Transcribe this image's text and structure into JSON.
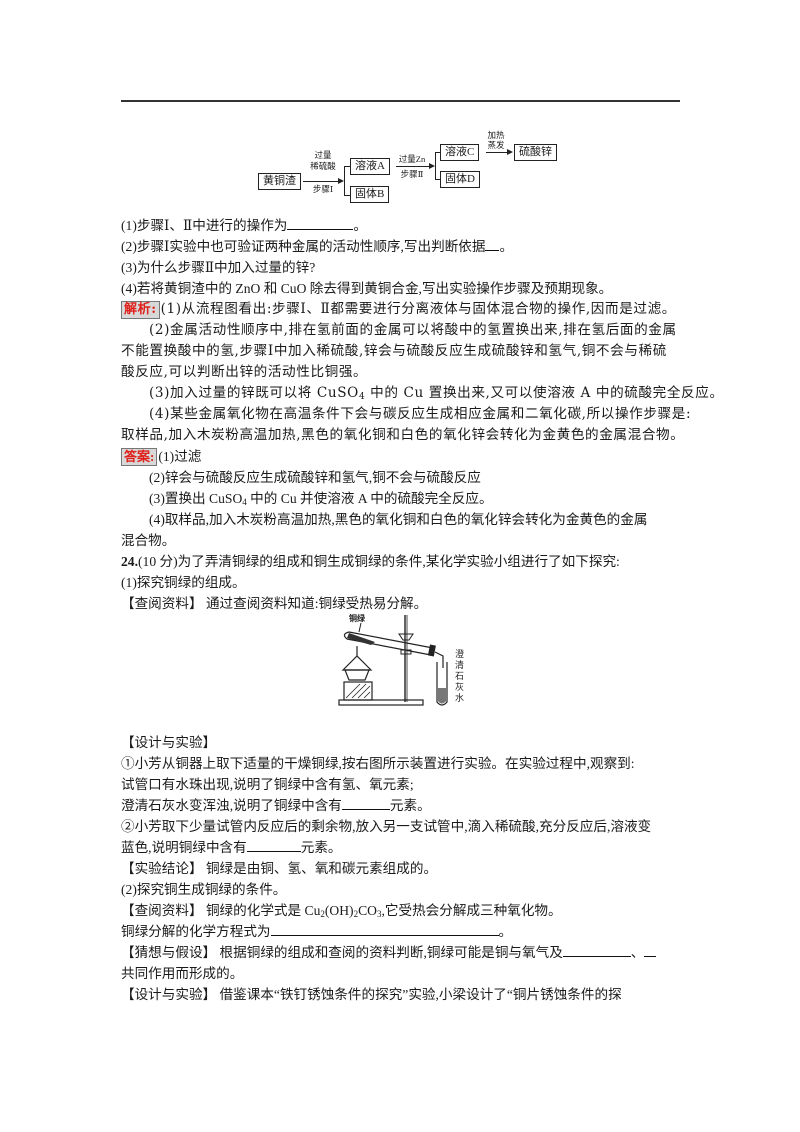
{
  "flow_diagram": {
    "start": "黄铜渣",
    "step1_top": "过量",
    "step1_mid": "稀硫酸",
    "step1_bottom": "步骤Ⅰ",
    "solution_a": "溶液A",
    "solid_b": "固体B",
    "step2_top": "过量Zn",
    "step2_bottom": "步骤Ⅱ",
    "solution_c": "溶液C",
    "solid_d": "固体D",
    "step3_top": "加热",
    "step3_bottom": "蒸发",
    "product": "硫酸锌"
  },
  "questions": {
    "q1": "(1)步骤Ⅰ、Ⅱ中进行的操作为",
    "q1_end": "。",
    "q2": "(2)步骤Ⅰ实验中也可验证两种金属的活动性顺序,写出判断依据",
    "q2_end": "。",
    "q3": "(3)为什么步骤Ⅱ中加入过量的锌?",
    "q4": "(4)若将黄铜渣中的 ZnO 和 CuO 除去得到黄铜合金,写出实验操作步骤及预期现象。"
  },
  "analysis": {
    "label": "解析:",
    "p1": "(1)从流程图看出:步骤Ⅰ、Ⅱ都需要进行分离液体与固体混合物的操作,因而是过滤。",
    "p2_l1": "(2)金属活动性顺序中,排在氢前面的金属可以将酸中的氢置换出来,排在氢后面的金属",
    "p2_l2": "不能置换酸中的氢,步骤Ⅰ中加入稀硫酸,锌会与硫酸反应生成硫酸锌和氢气,铜不会与稀硫",
    "p2_l3": "酸反应,可以判断出锌的活动性比铜强。",
    "p3_a": "(3)加入过量的锌既可以将 CuSO",
    "p3_sub": "4",
    "p3_b": " 中的 Cu 置换出来,又可以使溶液 A 中的硫酸完全反应。",
    "p4_l1": "(4)某些金属氧化物在高温条件下会与碳反应生成相应金属和二氧化碳,所以操作步骤是:",
    "p4_l2": "取样品,加入木炭粉高温加热,黑色的氧化铜和白色的氧化锌会转化为金黄色的金属混合物。"
  },
  "answer": {
    "label": "答案:",
    "a1": "(1)过滤",
    "a2": "(2)锌会与硫酸反应生成硫酸锌和氢气,铜不会与硫酸反应",
    "a3_a": "(3)置换出 CuSO",
    "a3_sub": "4",
    "a3_b": " 中的 Cu 并使溶液 A 中的硫酸完全反应。",
    "a4_l1": "(4)取样品,加入木炭粉高温加热,黑色的氧化铜和白色的氧化锌会转化为金黄色的金属",
    "a4_l2": "混合物。"
  },
  "q24": {
    "number": "24.",
    "intro": "(10 分)为了弄清铜绿的组成和铜生成铜绿的条件,某化学实验小组进行了如下探究:",
    "part1": "(1)探究铜绿的组成。",
    "lookup1_tag": "【查阅资料】",
    "lookup1_text": " 通过查阅资料知道:铜绿受热易分解。",
    "apparatus_label_top": "铜绿",
    "apparatus_label_right": [
      "澄",
      "清",
      "石",
      "灰",
      "水"
    ],
    "design_tag": "【设计与实验】",
    "step1_l1": "①小芳从铜器上取下适量的干燥铜绿,按右图所示装置进行实验。在实验过程中,观察到:",
    "step1_l2": "试管口有水珠出现,说明了铜绿中含有氢、氧元素;",
    "step1_l3_a": "澄清石灰水变浑浊,说明了铜绿中含有",
    "step1_l3_b": "元素。",
    "step2_l1": "②小芳取下少量试管内反应后的剩余物,放入另一支试管中,滴入稀硫酸,充分反应后,溶液变",
    "step2_l2_a": "蓝色,说明铜绿中含有",
    "step2_l2_b": "元素。",
    "conclusion_tag": "【实验结论】",
    "conclusion_text": " 铜绿是由铜、氢、氧和碳元素组成的。",
    "part2": "(2)探究铜生成铜绿的条件。",
    "lookup2_tag": "【查阅资料】",
    "lookup2_a": " 铜绿的化学式是 Cu",
    "lookup2_sub1": "2",
    "lookup2_b": "(OH)",
    "lookup2_sub2": "2",
    "lookup2_c": "CO",
    "lookup2_sub3": "3",
    "lookup2_d": ",它受热会分解成三种氧化物。",
    "equation_a": "铜绿分解的化学方程式为",
    "equation_b": "。",
    "hypothesis_tag": "【猜想与假设】",
    "hypothesis_a": " 根据铜绿的组成和查阅的资料判断,铜绿可能是铜与氧气及",
    "hypothesis_b": "、",
    "hypothesis_l2": "共同作用而形成的。",
    "design2_tag": "【设计与实验】",
    "design2_text": " 借鉴课本“铁钉锈蚀条件的探究”实验,小梁设计了“铜片锈蚀条件的探"
  }
}
